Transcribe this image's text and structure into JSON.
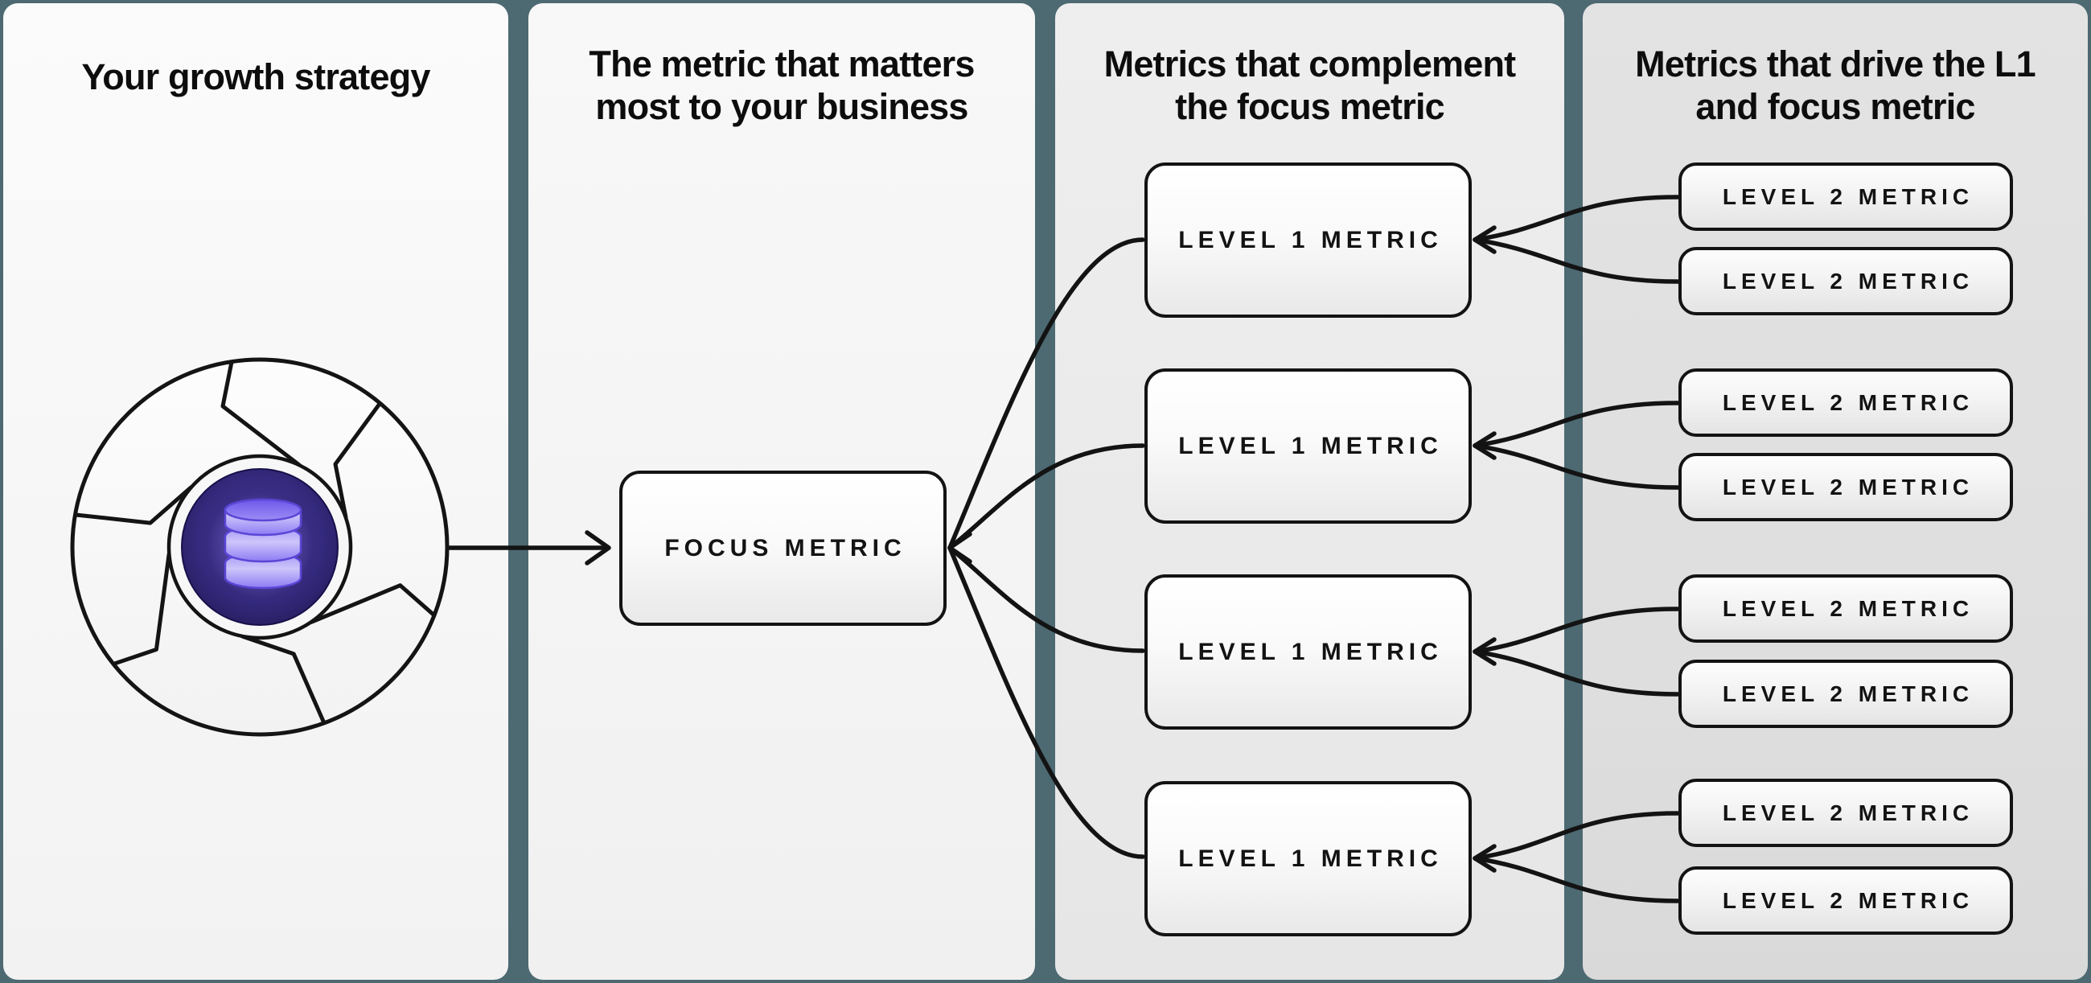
{
  "columns": [
    {
      "title": "Your growth strategy"
    },
    {
      "title": "The metric that matters\nmost to your business"
    },
    {
      "title": "Metrics that complement\nthe focus metric"
    },
    {
      "title": "Metrics that drive the L1\nand focus metric"
    }
  ],
  "nodes": {
    "focus": {
      "label": "FOCUS METRIC"
    },
    "level1": [
      {
        "label": "LEVEL 1 METRIC"
      },
      {
        "label": "LEVEL 1 METRIC"
      },
      {
        "label": "LEVEL 1 METRIC"
      },
      {
        "label": "LEVEL 1 METRIC"
      }
    ],
    "level2": [
      {
        "label": "LEVEL 2 METRIC"
      },
      {
        "label": "LEVEL 2 METRIC"
      },
      {
        "label": "LEVEL 2 METRIC"
      },
      {
        "label": "LEVEL 2 METRIC"
      },
      {
        "label": "LEVEL 2 METRIC"
      },
      {
        "label": "LEVEL 2 METRIC"
      },
      {
        "label": "LEVEL 2 METRIC"
      },
      {
        "label": "LEVEL 2 METRIC"
      }
    ]
  },
  "icons": {
    "flywheel": "flywheel-icon",
    "database": "database-icon"
  },
  "colors": {
    "background_teal": "#4d6972",
    "ink": "#131313",
    "panel_light": "#f5f5f5",
    "panel_mid": "#e9e9e9",
    "panel_dark": "#dedede",
    "icon_core_indigo": "#2c2168",
    "icon_db_light": "#cbc3fb",
    "icon_db_mid": "#8d7bf4"
  }
}
